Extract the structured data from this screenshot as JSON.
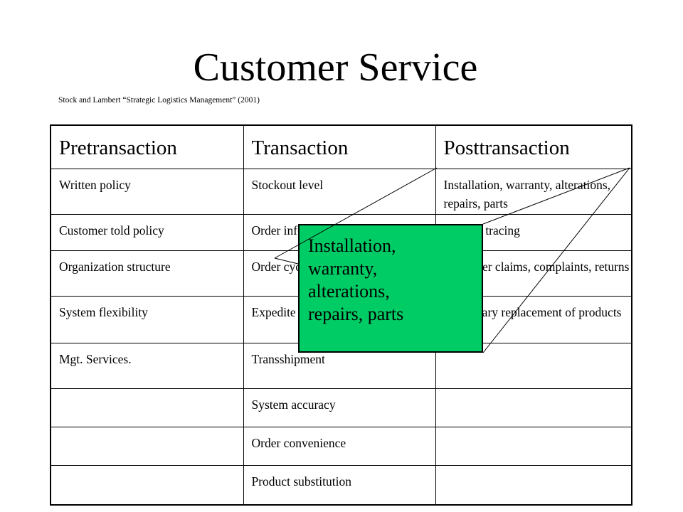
{
  "slide": {
    "title": "Customer Service",
    "citation": "Stock and Lambert “Strategic Logistics Management” (2001)"
  },
  "table": {
    "headers": [
      "Pretransaction",
      "Transaction",
      "Posttransaction"
    ],
    "rows": [
      [
        "Written policy",
        "Stockout level",
        "Installation, warranty, alterations, repairs, parts"
      ],
      [
        "Customer told policy",
        "Order information",
        "Product tracing"
      ],
      [
        "Organization structure",
        "Order cycle",
        "Customer claims, complaints, returns"
      ],
      [
        "System flexibility",
        "Expedite",
        "Temporary replacement of products"
      ],
      [
        "Mgt. Services.",
        "Transshipment",
        ""
      ],
      [
        "",
        "System accuracy",
        ""
      ],
      [
        "",
        "Order convenience",
        ""
      ],
      [
        "",
        "Product substitution",
        ""
      ]
    ]
  },
  "callout": {
    "lines": [
      "Installation,",
      "warranty,",
      "alterations,",
      "repairs, parts"
    ],
    "color": "#00cc66"
  }
}
